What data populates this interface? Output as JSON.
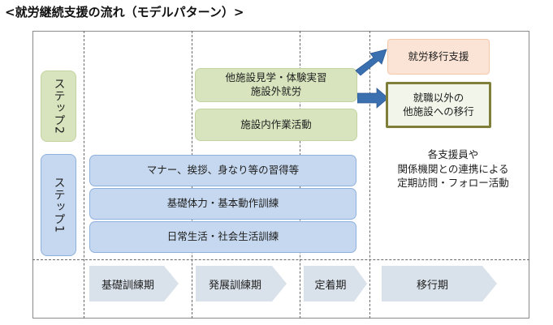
{
  "title": "<就労継続支援の流れ（モデルパターン）>",
  "steps": {
    "step2": "ステップ2",
    "step1": "ステップ1"
  },
  "step2_boxes": {
    "visit": "他施設見学・体験実習\n施設外就労",
    "inhouse": "施設内作業活動"
  },
  "step1_boxes": {
    "manners": "マナー、挨拶、身なり等の習得等",
    "fitness": "基礎体力・基本動作訓練",
    "life": "日常生活・社会生活訓練"
  },
  "outcomes": {
    "transition": "就労移行支援",
    "other": "就職以外の\n他施設への移行"
  },
  "support_note": "各支援員や\n関係機関との連携による\n定期訪問・フォロー活動",
  "phases": [
    "基礎訓練期",
    "発展訓練期",
    "定着期",
    "移行期"
  ],
  "colors": {
    "green": "#d7e4bd",
    "blue": "#c6d8ef",
    "orange": "#fbe4d5",
    "olive_border": "#7f7f3a",
    "arrow_blue": "#3a6fb0",
    "phase_gray": "#d9e1ea"
  }
}
